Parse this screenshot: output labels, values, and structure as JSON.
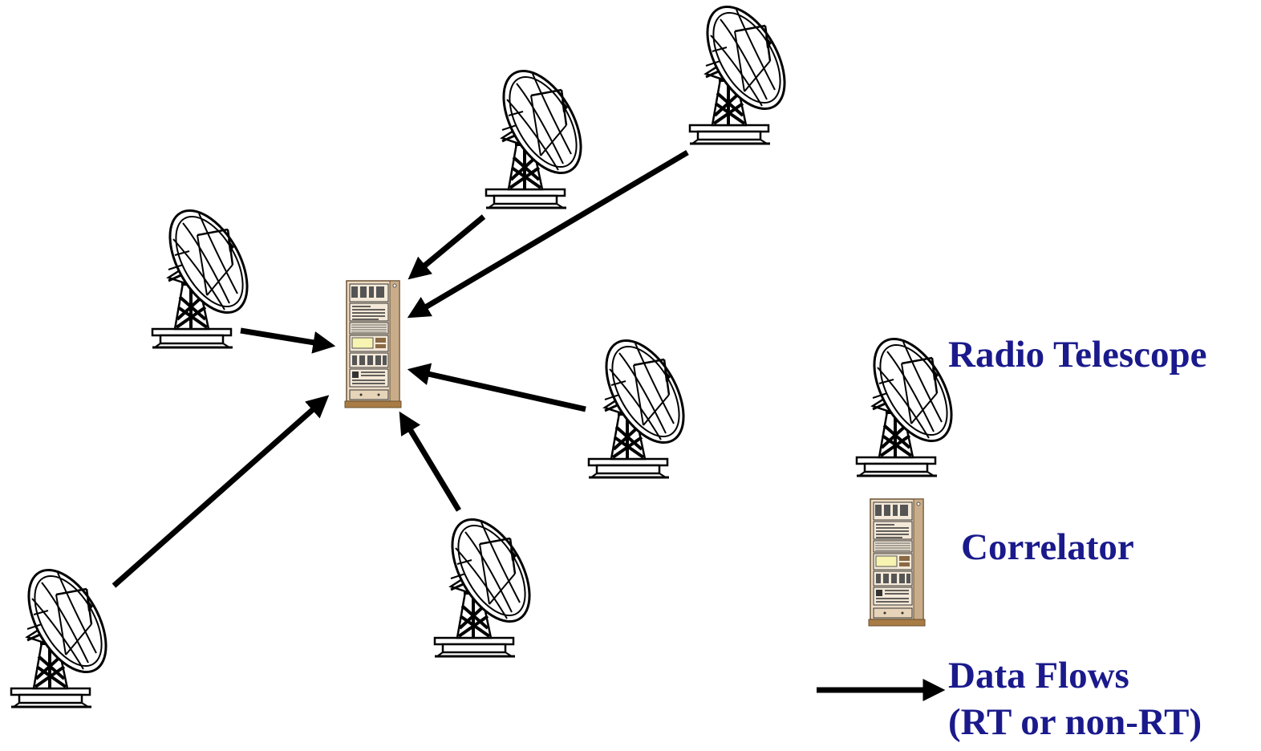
{
  "colors": {
    "label_text": "#1a1a8c",
    "stroke": "#000000",
    "rack_body": "#ecdcc6",
    "rack_shade": "#c9ad8a",
    "rack_base": "#a97c45",
    "rack_screen": "#f7f3b0"
  },
  "icons": {
    "telescope": "radio-telescope-dish-icon",
    "correlator": "correlator-rack-icon",
    "flow": "data-flow-arrow-icon"
  },
  "legend": {
    "telescope_label": "Radio Telescope",
    "correlator_label": "Correlator",
    "flow_label": "Data Flows",
    "flow_sublabel": "(RT or non-RT)"
  }
}
